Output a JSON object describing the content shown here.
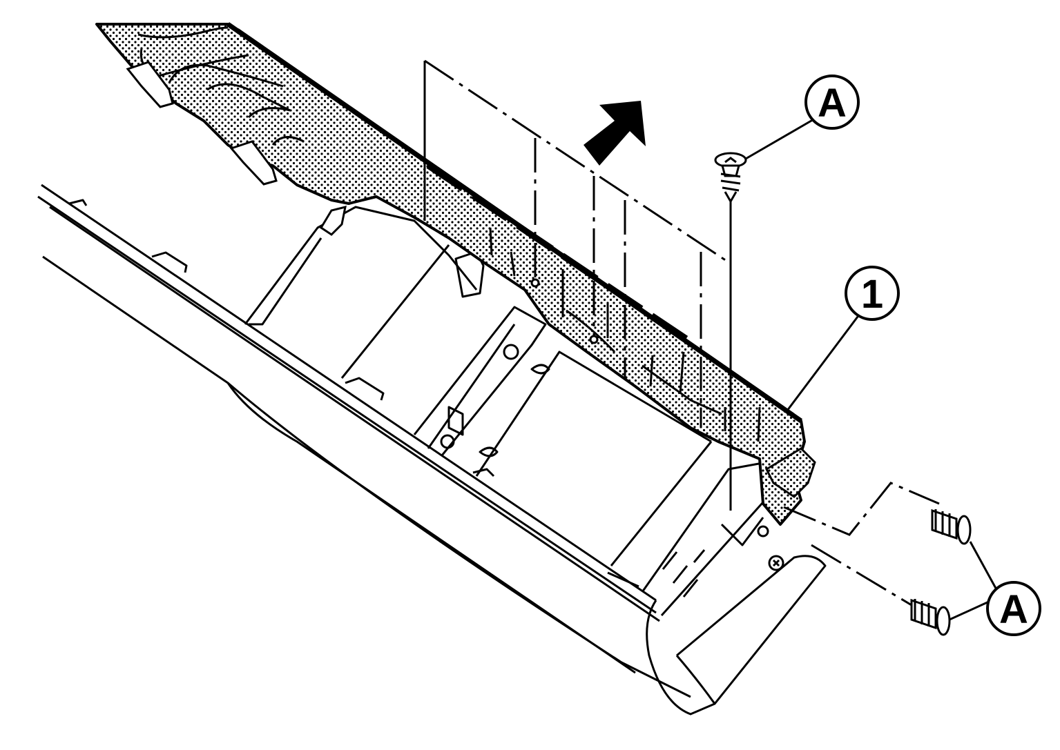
{
  "diagram": {
    "callouts": {
      "screw_top_label": "A",
      "part_label": "1",
      "screws_side_label": "A"
    },
    "icons": {
      "direction": "arrow-up-right-icon",
      "screw": "tapping-screw-icon"
    },
    "colors": {
      "ink": "#000000",
      "paper": "#ffffff"
    }
  }
}
